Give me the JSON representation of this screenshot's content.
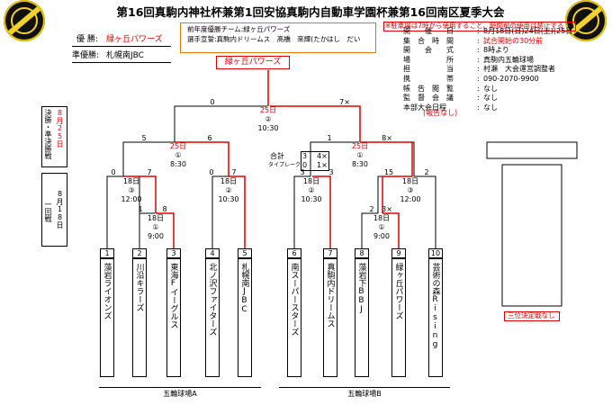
{
  "title": "第16回真駒内神社杯兼第1回安協真駒内自動車学園杯兼第16回南区夏季大会",
  "result": {
    "champion_label": "優 勝:",
    "champion": "緑ヶ丘パワーズ",
    "runnerup_label": "準優勝:",
    "runnerup": "札幌南JBC"
  },
  "prev": {
    "line1": "前年度優勝チーム:緑ヶ丘パワーズ",
    "line2": "選手宣誓:真駒内ドリームス　髙橋　來輝(たかはし　だい"
  },
  "notice": "※駐車場は7時から使用すること。時間前の使用は禁止する",
  "info": [
    {
      "label": "開　　催　　日",
      "value": "8月18日(日)24日(土)(25日"
    },
    {
      "label": "集　合　時　間",
      "value": "試合開始の30分前",
      "red": true
    },
    {
      "label": "開　　会　　式",
      "value": "8時より"
    },
    {
      "label": "場　　　　　所",
      "value": "真駒内五輪球場"
    },
    {
      "label": "担　　　　　当",
      "value": "村瀬　大会運営調整者"
    },
    {
      "label": "携　　　　　帯",
      "value": "090-2070-9900"
    },
    {
      "label": "帳　告　閲　覧",
      "value": "なし"
    },
    {
      "label": "監　督　会　議",
      "value": "なし"
    },
    {
      "label": "本部大会日程",
      "value": "なし"
    }
  ],
  "info_note": "(報告なし)",
  "winner_box": "緑ヶ丘パワーズ",
  "rounds": {
    "final": "決勝・準決勝戦",
    "final_date": "8月25日",
    "first": "一回戦",
    "first_date": "8月18日"
  },
  "teams": [
    {
      "num": "1",
      "name": "藻岩ライオンズ"
    },
    {
      "num": "2",
      "name": "川沿キラーズ"
    },
    {
      "num": "3",
      "name": "東海Fイーグルス"
    },
    {
      "num": "4",
      "name": "北ノ沢ファイターズ"
    },
    {
      "num": "5",
      "name": "札幌南JBC"
    },
    {
      "num": "6",
      "name": "南スーパースターズ"
    },
    {
      "num": "7",
      "name": "真駒内ドリームス"
    },
    {
      "num": "8",
      "name": "藻岩下BBJ"
    },
    {
      "num": "9",
      "name": "緑ヶ丘パワーズ"
    },
    {
      "num": "10",
      "name": "芸術の森Rising"
    }
  ],
  "matches": {
    "final": {
      "date": "25日",
      "no": "②",
      "time": "10:30",
      "left": "0",
      "right": "7×"
    },
    "semi1": {
      "date": "25日",
      "no": "①",
      "time": "8:30",
      "left": "5",
      "right": "6"
    },
    "semi2": {
      "date": "25日",
      "no": "①",
      "time": "8:30",
      "left": "1",
      "right": "8×"
    },
    "q1": {
      "date": "18日",
      "no": "③",
      "time": "12:00",
      "left": "0",
      "right": "7"
    },
    "q2": {
      "date": "18日",
      "no": "②",
      "time": "10:30",
      "left": "0",
      "right": "7"
    },
    "q3": {
      "date": "18日",
      "no": "②",
      "time": "10:30",
      "left": "3",
      "right": "3"
    },
    "q4": {
      "date": "18日",
      "no": "③",
      "time": "12:00",
      "left": "15",
      "right": "2"
    },
    "r1a": {
      "date": "18日",
      "no": "①",
      "time": "9:00",
      "left": "1",
      "right": "8"
    },
    "r1b": {
      "date": "18日",
      "no": "①",
      "time": "9:00",
      "left": "2",
      "right": "3×"
    }
  },
  "tiebreak": {
    "total_label": "合計",
    "total_left": "3",
    "total_right": "4×",
    "tb_label": "タイブレーク",
    "tb_left": "0",
    "tb_right": "1×"
  },
  "third_place": "三位決定戦なし",
  "venues": [
    "五輪球場A",
    "五輪球場B"
  ]
}
